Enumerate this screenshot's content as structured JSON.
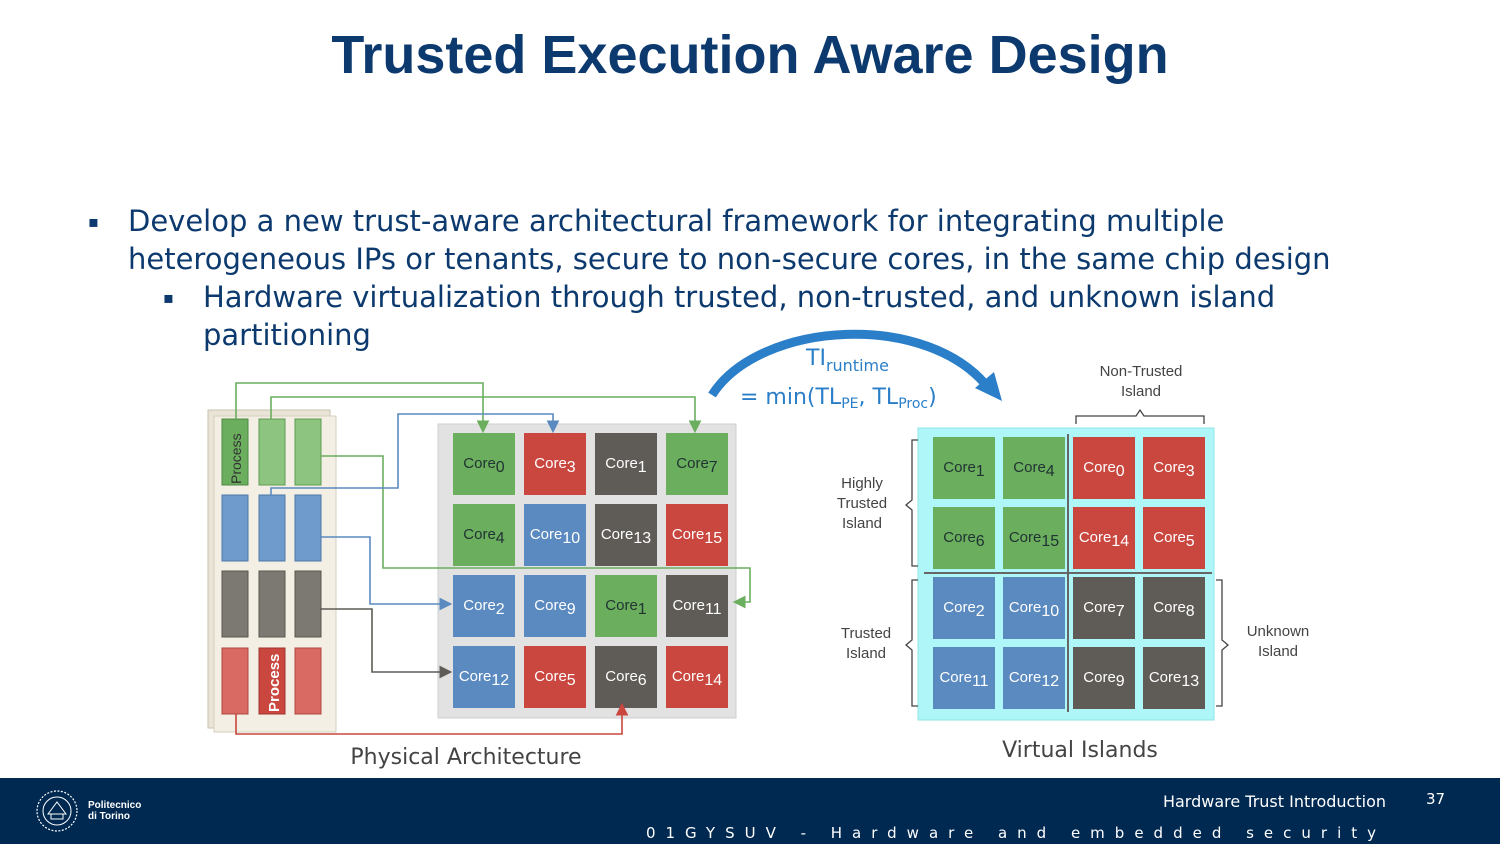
{
  "title": "Trusted Execution Aware Design",
  "bullets": {
    "main": "Develop a new trust-aware architectural framework for integrating multiple heterogeneous IPs or tenants, secure to non-secure cores, in the same chip design",
    "sub": "Hardware virtualization through trusted, non-trusted, and unknown island partitioning"
  },
  "formula": {
    "ti": "TI",
    "ti_sub": "runtime",
    "eq": "= min(TL",
    "pe_sub": "PE",
    "comma": ", TL",
    "proc_sub": "Proc",
    "close": ")"
  },
  "physical": {
    "caption": "Physical Architecture",
    "process_label": "Process",
    "cores": [
      {
        "name": "Core",
        "sub": "0",
        "color": "green"
      },
      {
        "name": "Core",
        "sub": "3",
        "color": "red"
      },
      {
        "name": "Core",
        "sub": "1",
        "color": "gray"
      },
      {
        "name": "Core",
        "sub": "7",
        "color": "green"
      },
      {
        "name": "Core",
        "sub": "4",
        "color": "green"
      },
      {
        "name": "Core",
        "sub": "10",
        "color": "blue"
      },
      {
        "name": "Core",
        "sub": "13",
        "color": "gray"
      },
      {
        "name": "Core",
        "sub": "15",
        "color": "red"
      },
      {
        "name": "Core",
        "sub": "2",
        "color": "blue"
      },
      {
        "name": "Core",
        "sub": "9",
        "color": "blue"
      },
      {
        "name": "Core",
        "sub": "1",
        "color": "green"
      },
      {
        "name": "Core",
        "sub": "11",
        "color": "gray"
      },
      {
        "name": "Core",
        "sub": "12",
        "color": "blue"
      },
      {
        "name": "Core",
        "sub": "5",
        "color": "red"
      },
      {
        "name": "Core",
        "sub": "6",
        "color": "gray"
      },
      {
        "name": "Core",
        "sub": "14",
        "color": "red"
      }
    ]
  },
  "virtual": {
    "caption": "Virtual Islands",
    "labels": {
      "non_trusted": [
        "Non-Trusted",
        "Island"
      ],
      "highly_trusted": [
        "Highly",
        "Trusted",
        "Island"
      ],
      "trusted": [
        "Trusted",
        "Island"
      ],
      "unknown": [
        "Unknown",
        "Island"
      ]
    },
    "cores": [
      {
        "name": "Core",
        "sub": "1",
        "color": "green"
      },
      {
        "name": "Core",
        "sub": "4",
        "color": "green"
      },
      {
        "name": "Core",
        "sub": "0",
        "color": "red"
      },
      {
        "name": "Core",
        "sub": "3",
        "color": "red"
      },
      {
        "name": "Core",
        "sub": "6",
        "color": "green"
      },
      {
        "name": "Core",
        "sub": "15",
        "color": "green"
      },
      {
        "name": "Core",
        "sub": "14",
        "color": "red"
      },
      {
        "name": "Core",
        "sub": "5",
        "color": "red"
      },
      {
        "name": "Core",
        "sub": "2",
        "color": "blue"
      },
      {
        "name": "Core",
        "sub": "10",
        "color": "blue"
      },
      {
        "name": "Core",
        "sub": "7",
        "color": "gray"
      },
      {
        "name": "Core",
        "sub": "8",
        "color": "gray"
      },
      {
        "name": "Core",
        "sub": "11",
        "color": "blue"
      },
      {
        "name": "Core",
        "sub": "12",
        "color": "blue"
      },
      {
        "name": "Core",
        "sub": "9",
        "color": "gray"
      },
      {
        "name": "Core",
        "sub": "13",
        "color": "gray"
      }
    ]
  },
  "colors": {
    "green": "#6aae5e",
    "red": "#c9473f",
    "gray": "#5f5c57",
    "blue": "#5b8ac0",
    "title": "#0d3a6e",
    "footer": "#002952",
    "arrow": "#2b7fc9"
  },
  "footer": {
    "logo_line1": "Politecnico",
    "logo_line2": "di Torino",
    "topic": "Hardware Trust Introduction",
    "page": "37",
    "course": "01GYSUV - Hardware and embedded security"
  }
}
